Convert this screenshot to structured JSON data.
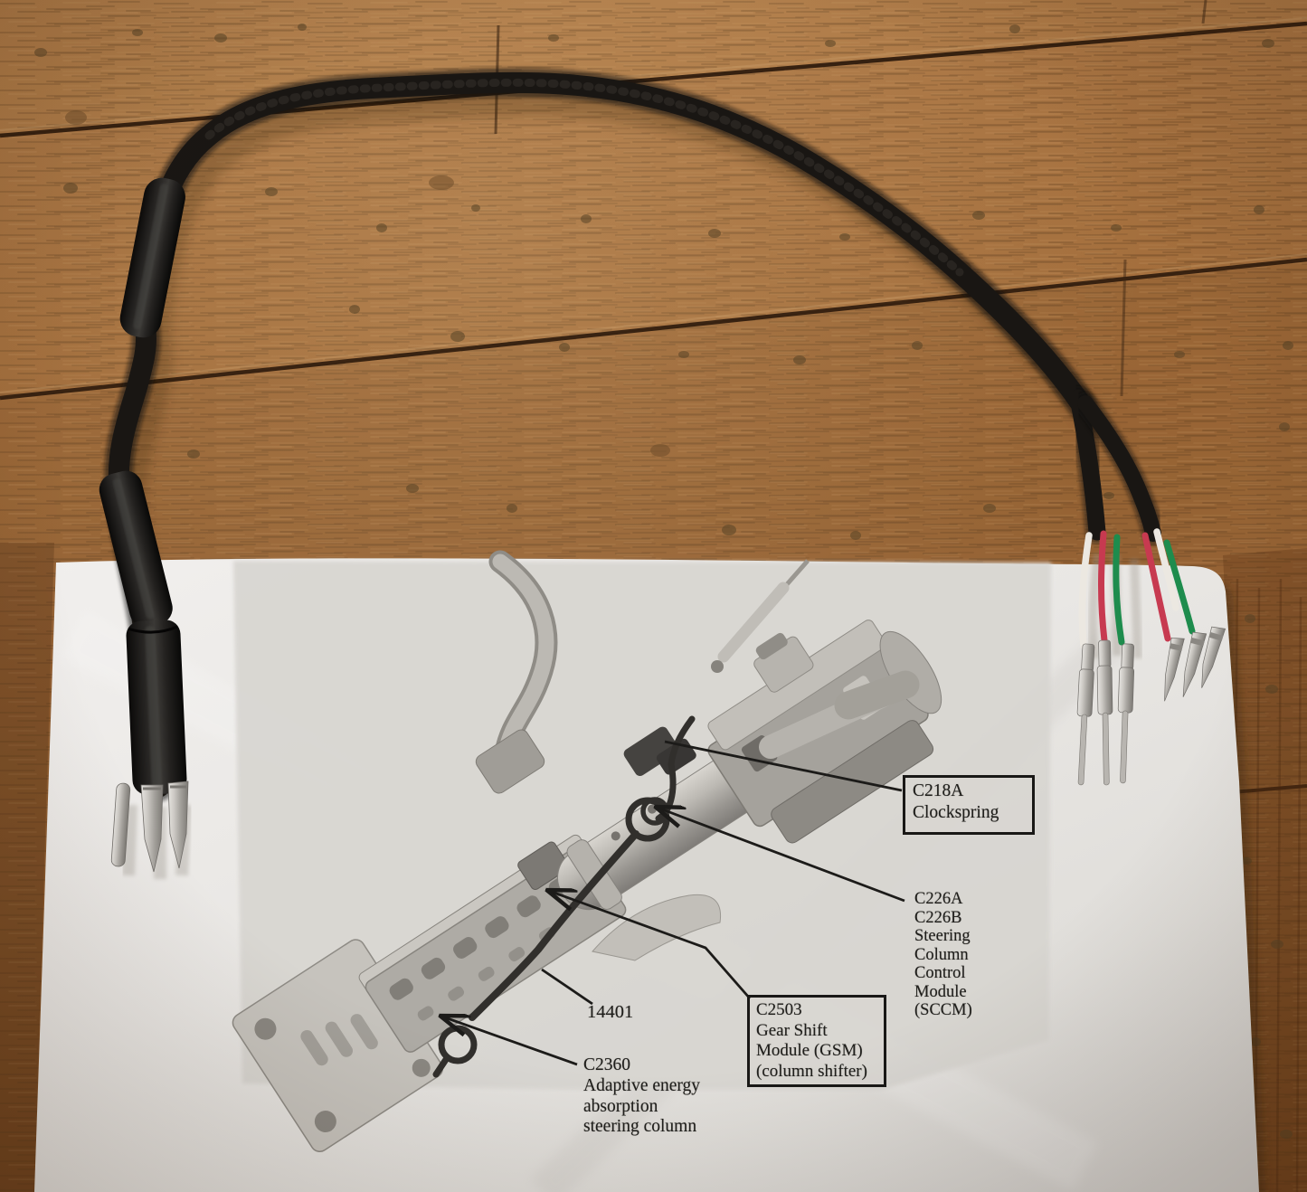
{
  "photo": {
    "colors": {
      "wood": "#9c6536",
      "wood_seam": "#2a180b",
      "paper": "#e8e6e3",
      "print_background": "#d8d6d1",
      "cable_black": "#17140f",
      "heat_shrink": "#1c1a18",
      "wire_white": "#ece8e1",
      "wire_red": "#c73a50",
      "wire_green": "#1e8c4d",
      "terminal_silver": "#c2bfba",
      "print_ink": "#1c1b19"
    }
  },
  "diagram_labels": {
    "c218a": {
      "lines": [
        "C218A",
        "Clockspring"
      ]
    },
    "sccm": {
      "lines": [
        "C226A",
        "C226B",
        "Steering",
        "Column",
        "Control",
        "Module",
        "(SCCM)"
      ]
    },
    "part_14401": {
      "lines": [
        "14401"
      ]
    },
    "c2503": {
      "lines": [
        "C2503",
        "Gear Shift",
        "Module (GSM)",
        "(column shifter)"
      ]
    },
    "c2360": {
      "lines": [
        "C2360",
        "Adaptive energy",
        "absorption",
        "steering column"
      ]
    }
  }
}
